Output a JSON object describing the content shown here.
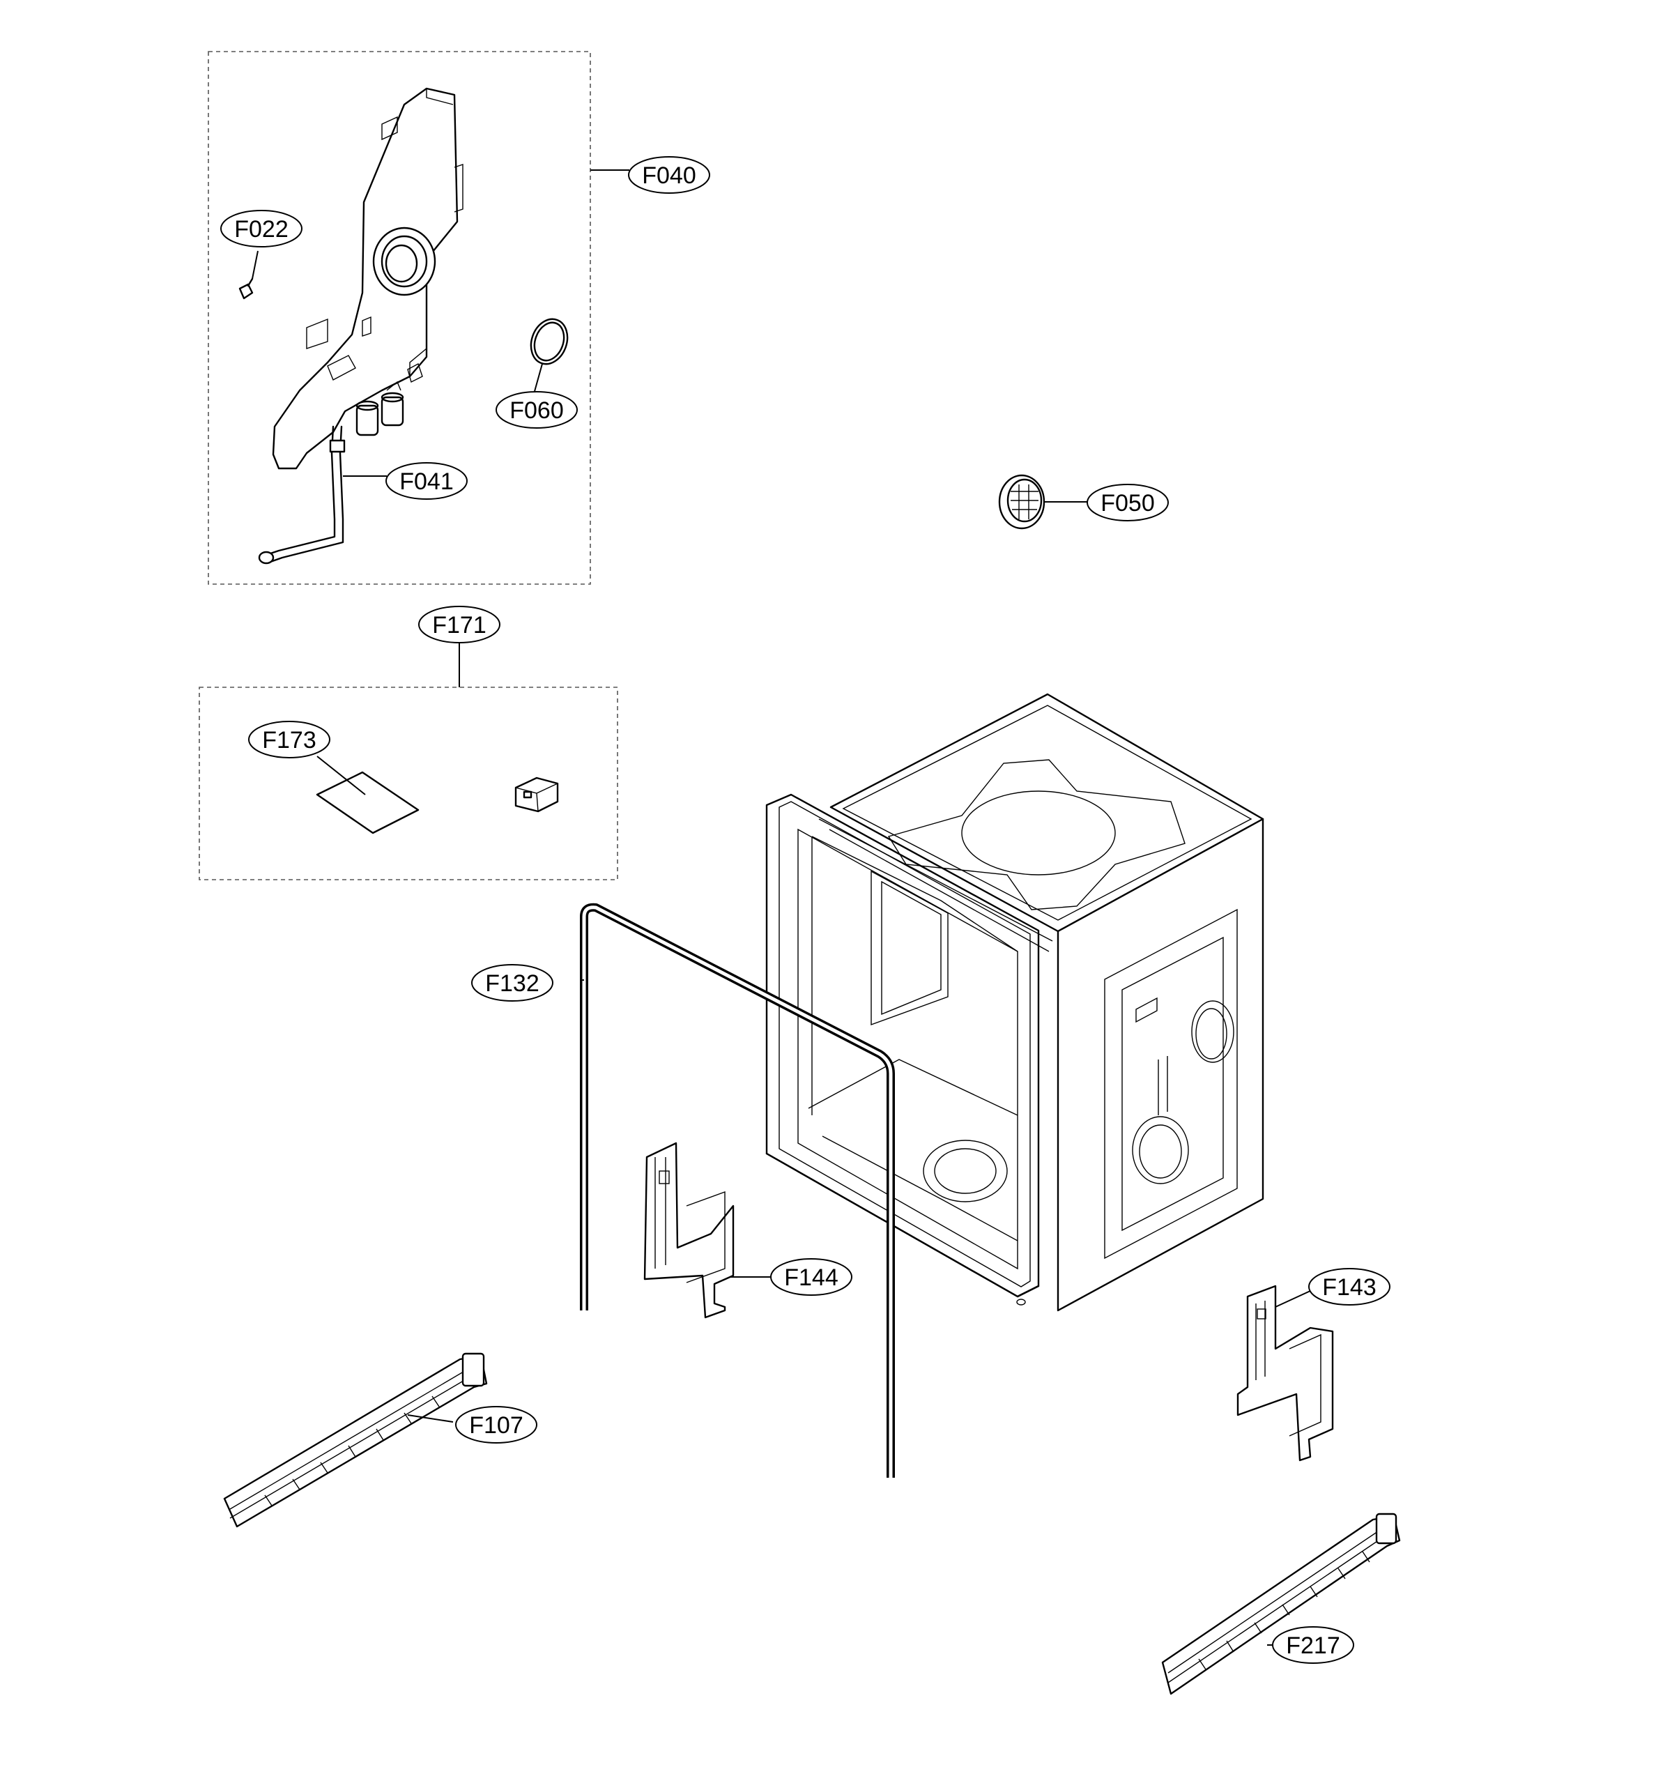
{
  "callouts": [
    {
      "id": "f040",
      "label": "F040"
    },
    {
      "id": "f022",
      "label": "F022"
    },
    {
      "id": "f060",
      "label": "F060"
    },
    {
      "id": "f041",
      "label": "F041"
    },
    {
      "id": "f050",
      "label": "F050"
    },
    {
      "id": "f171",
      "label": "F171"
    },
    {
      "id": "f173",
      "label": "F173"
    },
    {
      "id": "f132",
      "label": "F132"
    },
    {
      "id": "f144",
      "label": "F144"
    },
    {
      "id": "f143",
      "label": "F143"
    },
    {
      "id": "f107",
      "label": "F107"
    },
    {
      "id": "f217",
      "label": "F217"
    }
  ]
}
